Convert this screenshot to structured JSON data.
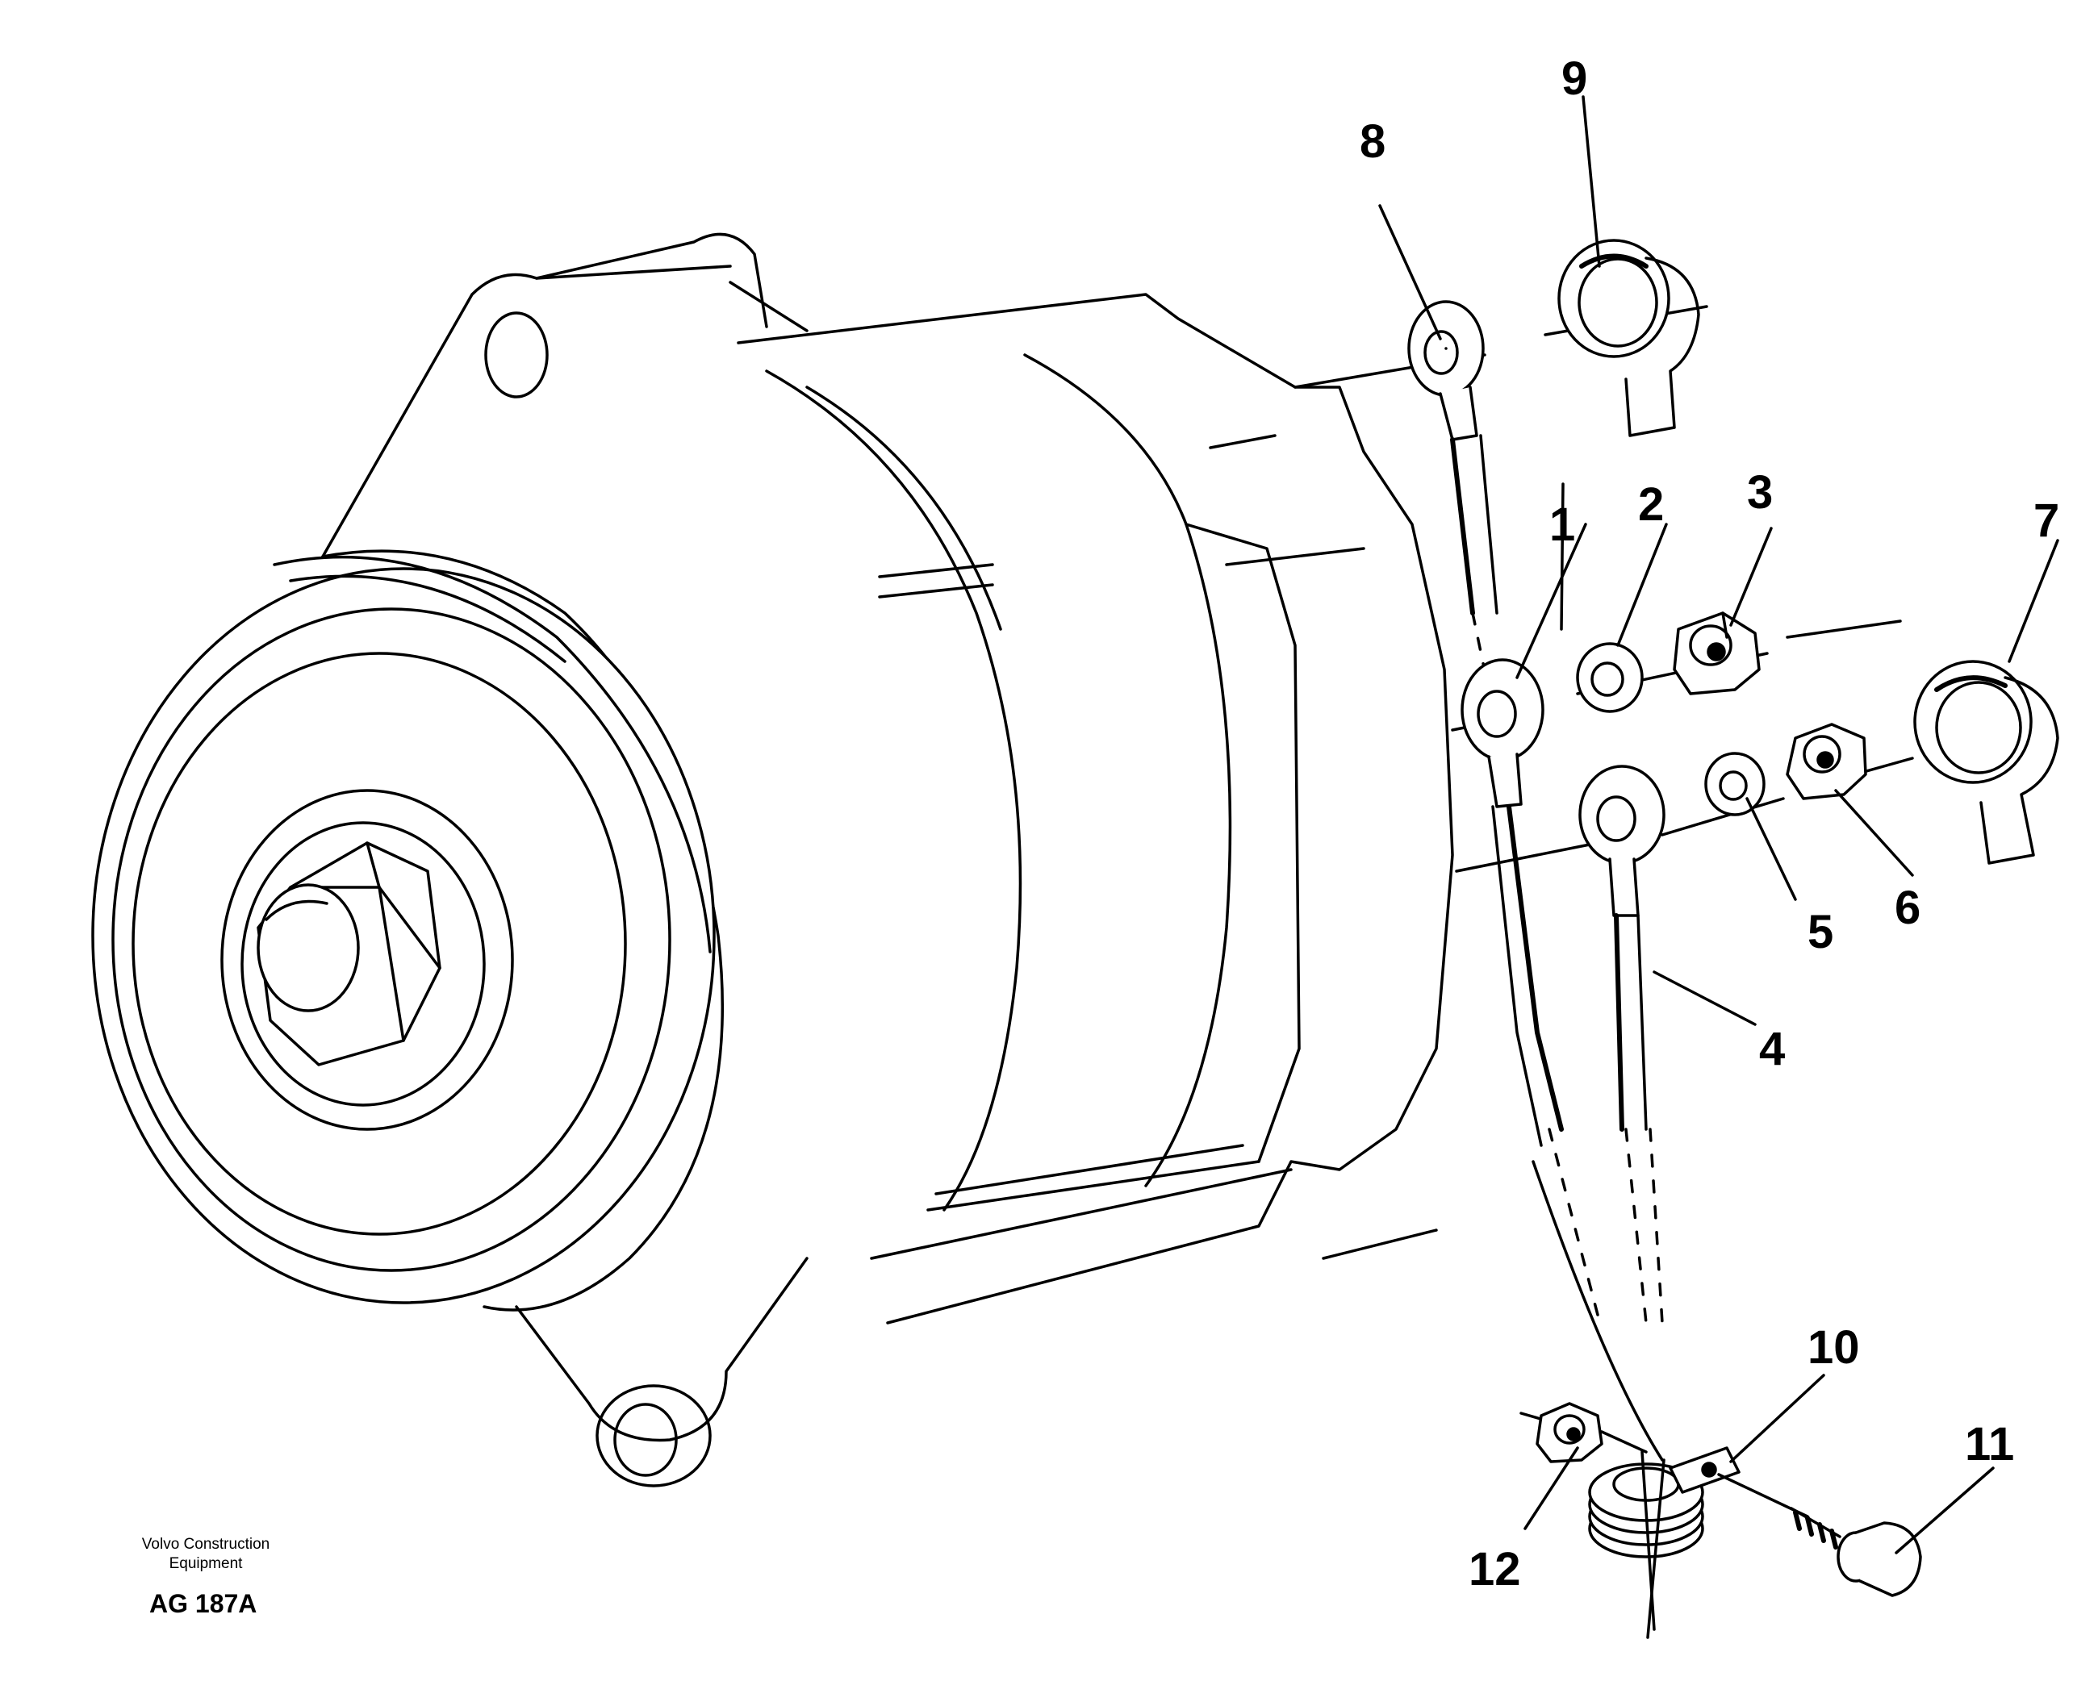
{
  "diagram": {
    "callouts": [
      "1",
      "2",
      "3",
      "4",
      "5",
      "6",
      "7",
      "8",
      "9",
      "10",
      "11",
      "12"
    ]
  },
  "footer": {
    "company_line1": "Volvo Construction",
    "company_line2": "Equipment",
    "figure_ref": "AG 187A"
  }
}
